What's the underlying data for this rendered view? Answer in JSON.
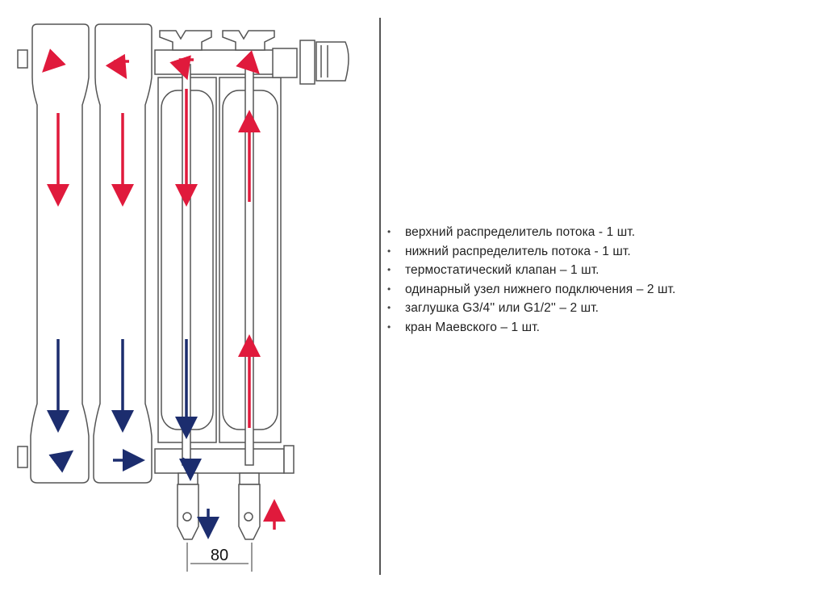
{
  "parts_list": [
    "верхний распределитель потока - 1 шт.",
    "нижний распределитель потока - 1 шт.",
    "термостатический клапан – 1 шт.",
    "одинарный узел нижнего подключения – 2 шт.",
    "заглушка G3/4'' или G1/2'' – 2 шт.",
    "кран Маевского – 1 шт."
  ],
  "dimension_label": "80",
  "colors": {
    "hot_flow": "#e01a3c",
    "cold_flow": "#1c2d6e",
    "outline": "#555555"
  }
}
